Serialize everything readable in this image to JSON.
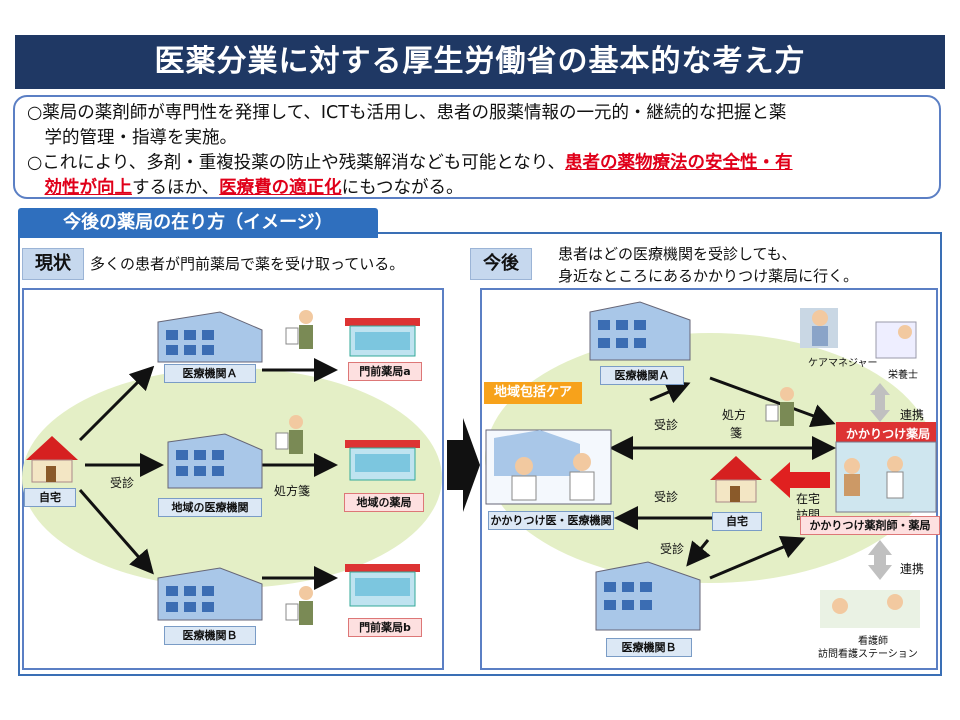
{
  "title": "医薬分業に対する厚生労働省の基本的な考え方",
  "summary": {
    "line1": "○薬局の薬剤師が専門性を発揮して、ICTも活用し、患者の服薬情報の一元的・継続的な把握と薬",
    "line2": "　学的管理・指導を実施。",
    "line3a": "○これにより、多剤・重複投薬の防止や残薬解消なども可能となり、",
    "line3b": "患者の薬物療法の安全性・有",
    "line4a": "効性が向上",
    "line4b": "するほか、",
    "line4c": "医療費の適正化",
    "line4d": "にもつながる。"
  },
  "section_tab": "今後の薬局の在り方（イメージ）",
  "current": {
    "tag": "現状",
    "description": "多くの患者が門前薬局で薬を受け取っている。",
    "home": "自宅",
    "hospital_a": "医療機関Ａ",
    "hospital_local": "地域の医療機関",
    "hospital_b": "医療機関Ｂ",
    "pharmacy_a": "門前薬局a",
    "pharmacy_local": "地域の薬局",
    "pharmacy_b": "門前薬局b",
    "visit": "受診",
    "prescription": "処方箋"
  },
  "future": {
    "tag": "今後",
    "description_1": "患者はどの医療機関を受診しても、",
    "description_2": "身近なところにあるかかりつけ薬局に行く。",
    "community_care": "地域包括ケア",
    "hospital_a": "医療機関Ａ",
    "hospital_b": "医療機関Ｂ",
    "family_doctor": "かかりつけ医・医療機関",
    "home": "自宅",
    "visit_1": "受診",
    "visit_2": "受診",
    "visit_3": "受診",
    "prescription_1": "処方",
    "prescription_2": "箋",
    "home_visit_1": "在宅",
    "home_visit_2": "訪問",
    "pharmacy_sign": "かかりつけ薬局",
    "pharmacist": "かかりつけ薬剤師・薬局",
    "care_manager": "ケアマネジャー",
    "dietitian": "栄養士",
    "cooperation_1": "連携",
    "cooperation_2": "連携",
    "nurse": "看護師",
    "nursing_station": "訪問看護ステーション"
  },
  "colors": {
    "title_bg": "#1f3864",
    "accent_blue": "#2f6fbe",
    "highlight_red": "#e0001a",
    "ellipse_green": "#e4efc6",
    "community_orange": "#f7a21b"
  }
}
